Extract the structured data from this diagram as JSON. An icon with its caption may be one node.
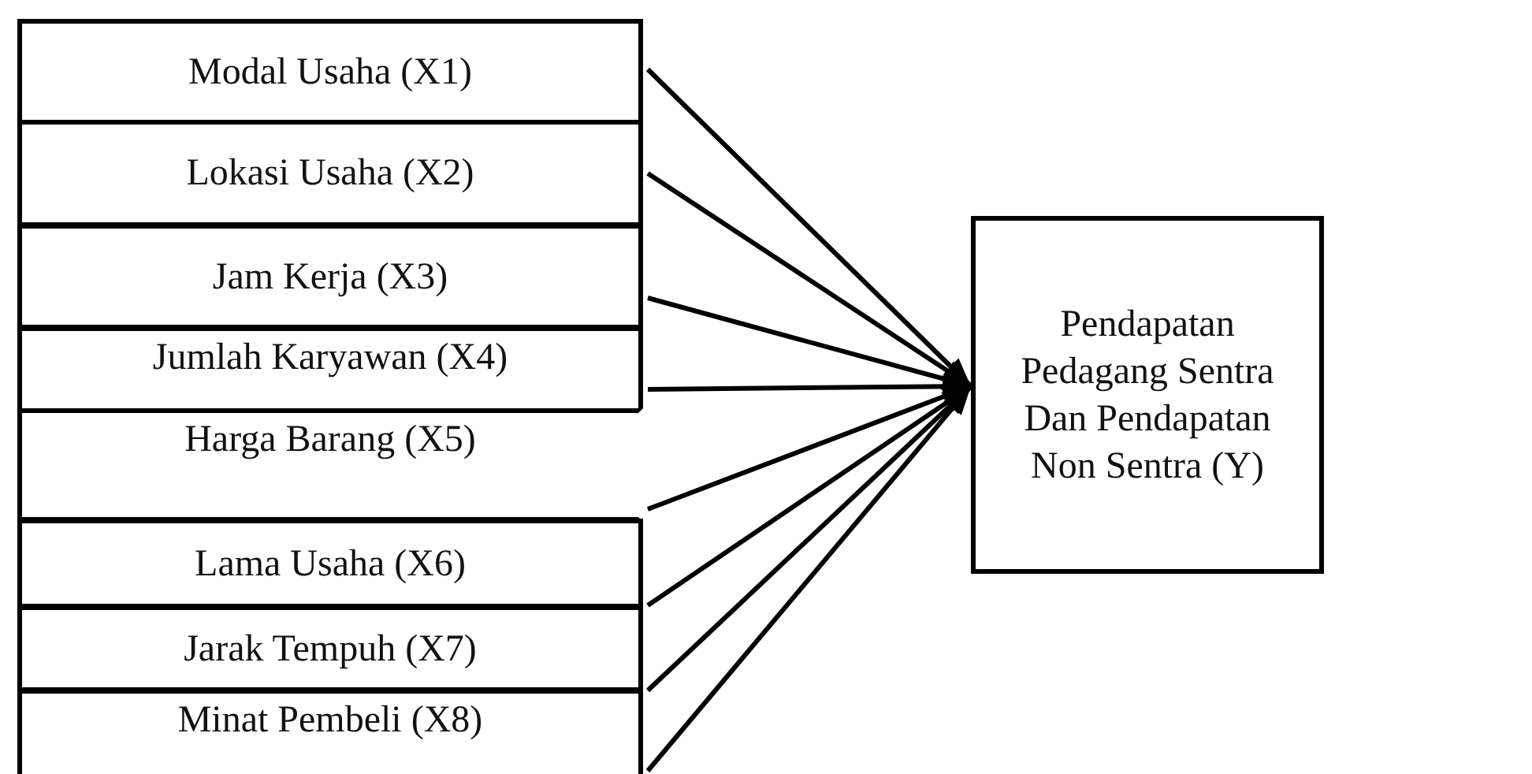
{
  "diagram": {
    "nodes": [
      {
        "text": [
          "Modal Usaha (X1)"
        ]
      },
      {
        "text": [
          "Lokasi Usaha (X2)"
        ]
      },
      {
        "text": [
          "Jam Kerja (X3)"
        ]
      },
      {
        "text": [
          "Jumlah Karyawan (X4)"
        ]
      },
      {
        "text": [
          "Harga Barang (X5)"
        ]
      },
      {
        "text": [
          "Lama Usaha (X6)"
        ]
      },
      {
        "text": [
          "Jarak Tempuh (X7)"
        ]
      },
      {
        "text": [
          "Minat Pembeli (X8)"
        ]
      },
      {
        "text": [
          "Pendapatan Pedagang Sentra Dan Pendapatan Non Sentra (Y)"
        ]
      }
    ],
    "edges": [
      {
        "from": 0,
        "to": 8,
        "arrow": "to"
      },
      {
        "from": 1,
        "to": 8,
        "arrow": "to"
      },
      {
        "from": 2,
        "to": 8,
        "arrow": "to"
      },
      {
        "from": 3,
        "to": 8,
        "arrow": "to"
      },
      {
        "from": 4,
        "to": 8,
        "arrow": "to"
      },
      {
        "from": 5,
        "to": 8,
        "arrow": "to"
      },
      {
        "from": 6,
        "to": 8,
        "arrow": "to"
      },
      {
        "from": 7,
        "to": 8,
        "arrow": "to"
      }
    ]
  }
}
